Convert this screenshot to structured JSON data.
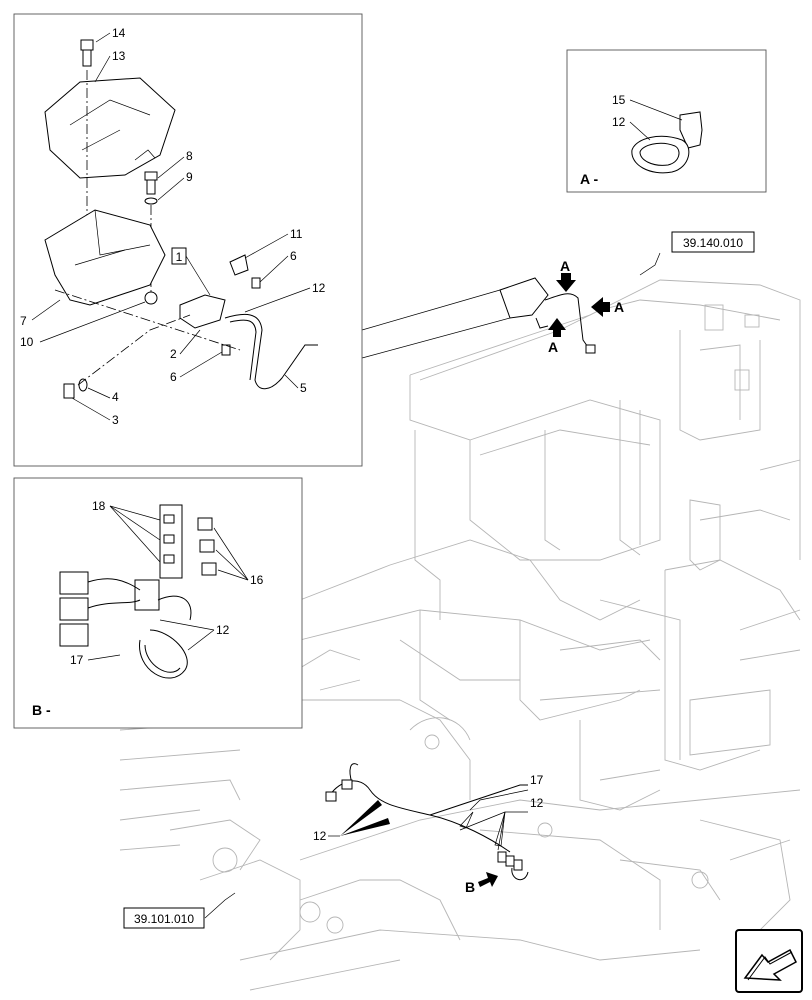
{
  "references": {
    "ref_top": "39.140.010",
    "ref_bottom": "39.101.010"
  },
  "panel_labels": {
    "a": "A -",
    "b": "B -"
  },
  "view_arrows": {
    "letter": "A",
    "letter_b": "B"
  },
  "callouts": {
    "c1": "1",
    "c2": "2",
    "c3": "3",
    "c4": "4",
    "c5": "5",
    "c6a": "6",
    "c6b": "6",
    "c7": "7",
    "c8": "8",
    "c9": "9",
    "c10": "10",
    "c11": "11",
    "c12": "12",
    "c13": "13",
    "c14": "14",
    "a15": "15",
    "a12": "12",
    "b18": "18",
    "b16": "16",
    "b17": "17",
    "b12": "12",
    "m17": "17",
    "m12a": "12",
    "m12b": "12"
  },
  "icons": {
    "nav": "next-page-arrow-icon"
  }
}
